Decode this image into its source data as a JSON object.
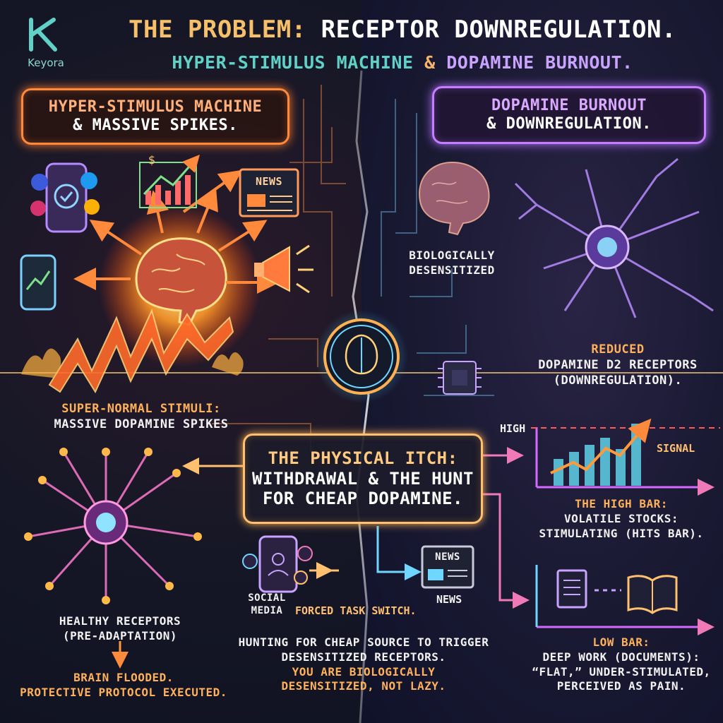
{
  "brand": {
    "logo_letter": "K",
    "name": "Keyora"
  },
  "header": {
    "title_highlight": "THE PROBLEM:",
    "title_rest": "RECEPTOR DOWNREGULATION.",
    "subtitle_part1": "HYPER-STIMULUS MACHINE",
    "subtitle_amp": "&",
    "subtitle_part2": "DOPAMINE BURNOUT."
  },
  "left_panel": {
    "box_line1": "HYPER-STIMULUS MACHINE",
    "box_line2": "& MASSIVE SPIKES.",
    "news_label": "NEWS",
    "stimuli_line1": "SUPER-NORMAL STIMULI:",
    "stimuli_line2": "MASSIVE DOPAMINE SPIKES",
    "healthy_line1": "HEALTHY RECEPTORS",
    "healthy_line2": "(PRE-ADAPTATION)",
    "flooded_line1": "BRAIN FLOODED.",
    "flooded_line2": "PROTECTIVE PROTOCOL EXECUTED."
  },
  "right_panel": {
    "box_line1": "DOPAMINE BURNOUT",
    "box_line2": "& DOWNREGULATION.",
    "desensitized_line1": "BIOLOGICALLY",
    "desensitized_line2": "DESENSITIZED",
    "reduced_line1": "REDUCED",
    "reduced_line2": "DOPAMINE D2 RECEPTORS",
    "reduced_line3": "(DOWNREGULATION).",
    "high_label": "HIGH",
    "signal_label": "SIGNAL",
    "highbar_line1": "THE HIGH BAR:",
    "highbar_line2": "VOLATILE STOCKS:",
    "highbar_line3": "STIMULATING (HITS BAR).",
    "lowbar_line1": "LOW BAR:",
    "lowbar_line2": "DEEP WORK (DOCUMENTS):",
    "lowbar_line3": "“FLAT,” UNDER-STIMULATED,",
    "lowbar_line4": "PERCEIVED AS PAIN."
  },
  "center": {
    "itch_line1": "THE PHYSICAL ITCH:",
    "itch_line2": "WITHDRAWAL & THE HUNT",
    "itch_line3": "FOR CHEAP DOPAMINE.",
    "social_line1": "SOCIAL",
    "social_line2": "MEDIA",
    "task_switch": "FORCED TASK SWITCH.",
    "news_label": "NEWS",
    "news_icon_text": "NEWS",
    "hunting_line1": "HUNTING FOR CHEAP SOURCE TO TRIGGER",
    "hunting_line2": "DESENSITIZED RECEPTORS.",
    "hunting_line3": "YOU ARE BIOLOGICALLY",
    "hunting_line4": "DESENSITIZED, NOT LAZY."
  },
  "icons": [
    "k-logo-icon",
    "smartphone-icon",
    "facebook-icon",
    "twitter-icon",
    "instagram-icon",
    "snapchat-icon",
    "rising-chart-icon",
    "newspaper-icon",
    "megaphone-icon",
    "tablet-chart-icon",
    "brain-icon",
    "neuron-icon",
    "microchip-icon",
    "document-icon",
    "open-book-icon"
  ],
  "colors": {
    "orange": "#ff8a3c",
    "purple": "#c97cff",
    "teal": "#5fd1c7",
    "gold": "#ffc070",
    "pink": "#f07ab8"
  }
}
